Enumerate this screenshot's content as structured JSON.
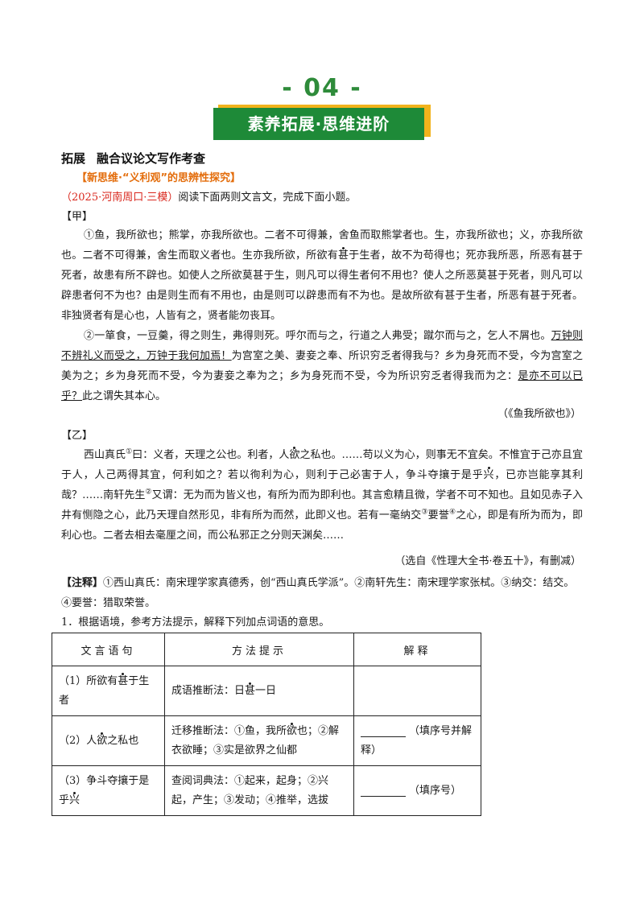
{
  "header": {
    "number": "- 04 -",
    "banner": "素养拓展·思维进阶"
  },
  "section": {
    "tag": "拓展",
    "title": "融合议论文写作考查",
    "subtitle": "【新思维·“义利观”的思辨性探究】"
  },
  "source": {
    "origin": "（2025·河南周口·三模）",
    "instruction": "阅读下面两则文言文，完成下面小题。"
  },
  "jia": {
    "label": "【甲】",
    "p1": {
      "a": "①鱼，我所欲也；熊掌，亦我所欲也。二者不可得兼，舍鱼而取熊掌者也。生，亦我所欲也；义，亦我所欲也。二者不可得兼，舍生而取义者也。生亦我所欲，所欲有",
      "dot": "甚",
      "b": "于生者，故不为苟得也；死亦我所恶，所恶有甚于死者，故患有所不辟也。如使人之所欲莫甚于生，则凡可以得生者何不用也？使人之所恶莫甚于死者，则凡可以辟患者何不为也？由是则生而有不用也，由是则可以辟患而有不为也。是故所欲有甚于生者，所恶有甚于死者。非独贤者有是心也，人皆有之，贤者能勿丧耳。"
    },
    "p2": {
      "a": "②一箪食，一豆羹，得之则生，弗得则死。呼尔而与之，行道之人弗受；蹴尔而与之，乞人不屑也。",
      "u1": "万钟则不辨礼义而受之，万钟于我何加焉！",
      "b": "为宫室之美、妻妾之奉、所识穷乏者得我与？乡为身死而不受，今为宫室之美为之；乡为身死而不受，今为妻妾之奉为之；乡为身死而不受，今为所识穷乏者得我而为之：",
      "u2": "是亦不可以已乎？",
      "c": "此之谓失其本心。"
    },
    "cite": "（《鱼我所欲也》）"
  },
  "yi": {
    "label": "【乙】",
    "a": "西山真氏",
    "sup1": "①",
    "b": "曰：义者，天理之公也。利者，人",
    "dot1": "欲",
    "c": "之私也。……苟以义为心，则事无不宜矣。不惟宜于己亦且宜于人，人己两得其宜，何利如之？若以徇利为心，则利于己必害于人，争斗夺攘于是乎",
    "dot2": "兴",
    "d": "，已亦岂能享其利哉？……南轩先生",
    "sup2": "②",
    "e": "又谓：无为而为皆义也，有所为而为即利也。其言愈精且微，学者不可不知也。且如见赤子入井有恻隐之心，此乃天理自然形见，非有所为而然，此即义也。若有一毫纳交",
    "sup3": "③",
    "f": "要誉",
    "sup4": "④",
    "g": "之心，即是有所为而为，即利心也。二者去相去毫厘之间，而公私邪正之分则天渊矣……",
    "cite": "（选自《性理大全书·卷五十》，有删减）"
  },
  "note": {
    "label": "【注释】",
    "text": "①西山真氏：南宋理学家真德秀，创“西山真氏学派”。②南轩先生：南宋理学家张栻。③纳交：结交。④要誉：猎取荣誉。"
  },
  "question": "1．根据语境，参考方法提示，解释下列加点词语的意思。",
  "table": {
    "headers": [
      "文言语句",
      "方法提示",
      "解释"
    ],
    "rows": [
      {
        "c1a": "（1）所欲有",
        "c1dot": "甚",
        "c1b": "于生者",
        "c2a": "成语推断法：日",
        "c2dot": "甚",
        "c2b": "一日",
        "c3": ""
      },
      {
        "c1a": "（2）人",
        "c1dot": "欲",
        "c1b": "之私也",
        "c2a": "迁移推断法：①鱼，我所",
        "c2dot": "欲",
        "c2b": "也；②解衣欲睡；③实是欲界之仙都",
        "c3": "（填序号并解释）"
      },
      {
        "c1a": "（3）争斗夺攘于是乎",
        "c1dot": "兴",
        "c1b": "",
        "c2a": "查阅词典法：①起来，起身；②兴起，产生；③发动；④推举，选拔",
        "c2dot": "",
        "c2b": "",
        "c3": "（填序号）"
      }
    ]
  }
}
